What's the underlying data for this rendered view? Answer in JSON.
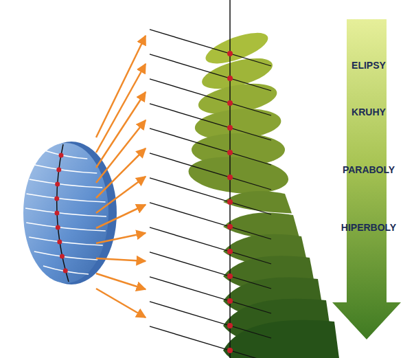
{
  "diagram": {
    "labels": [
      "ELIPSY",
      "KRUHY",
      "PARABOLY",
      "HIPERBOLY"
    ]
  }
}
